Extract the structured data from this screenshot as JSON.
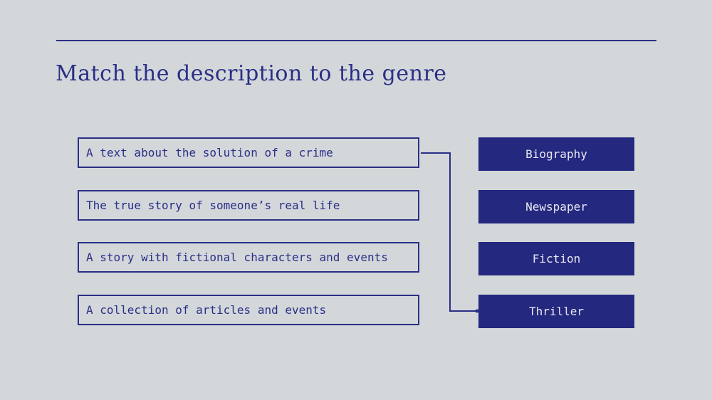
{
  "title": "Match the description to the genre",
  "descriptions": [
    "A text about the solution of a crime",
    "The true story of someone’s real life",
    "A story with fictional characters and events",
    "A collection of articles and events"
  ],
  "genres": [
    "Biography",
    "Newspaper",
    "Fiction",
    "Thriller"
  ],
  "colors": {
    "background": "#d3d7da",
    "accent": "#2a2f86",
    "genre_fill": "#24287e",
    "genre_text": "#e8e9f2"
  }
}
